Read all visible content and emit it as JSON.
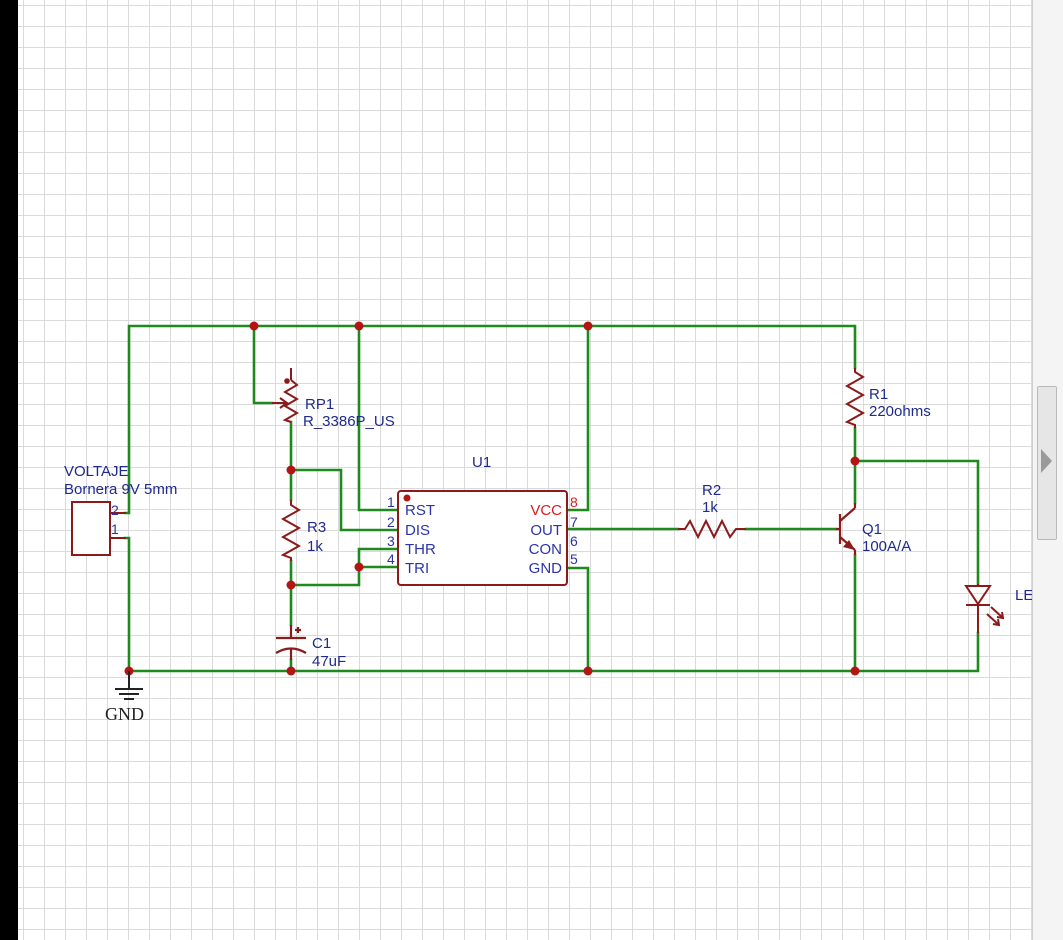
{
  "components": {
    "j1": {
      "ref": "VOLTAJE",
      "value": "Bornera 9V 5mm",
      "pins": [
        "2",
        "1"
      ]
    },
    "rp1": {
      "ref": "RP1",
      "value": "R_3386P_US"
    },
    "r3": {
      "ref": "R3",
      "value": "1k"
    },
    "c1": {
      "ref": "C1",
      "value": "47uF"
    },
    "u1": {
      "ref": "U1",
      "left_pins": [
        {
          "num": "1",
          "name": "RST"
        },
        {
          "num": "2",
          "name": "DIS"
        },
        {
          "num": "3",
          "name": "THR"
        },
        {
          "num": "4",
          "name": "TRI"
        }
      ],
      "right_pins": [
        {
          "num": "8",
          "name": "VCC"
        },
        {
          "num": "7",
          "name": "OUT"
        },
        {
          "num": "6",
          "name": "CON"
        },
        {
          "num": "5",
          "name": "GND"
        }
      ]
    },
    "r2": {
      "ref": "R2",
      "value": "1k"
    },
    "r1": {
      "ref": "R1",
      "value": "220ohms"
    },
    "q1": {
      "ref": "Q1",
      "value": "100A/A"
    },
    "led": {
      "ref": "LE"
    },
    "gnd": {
      "label": "GND"
    }
  },
  "colors": {
    "wire": "#1e8a1e",
    "symbol": "#8b1a1a",
    "junction": "#b31414",
    "label": "#1f2a8c",
    "power_pin": "#d61e1e",
    "grid": "#dadada"
  },
  "icons": {
    "panel_toggle": "chevron-right-icon"
  }
}
